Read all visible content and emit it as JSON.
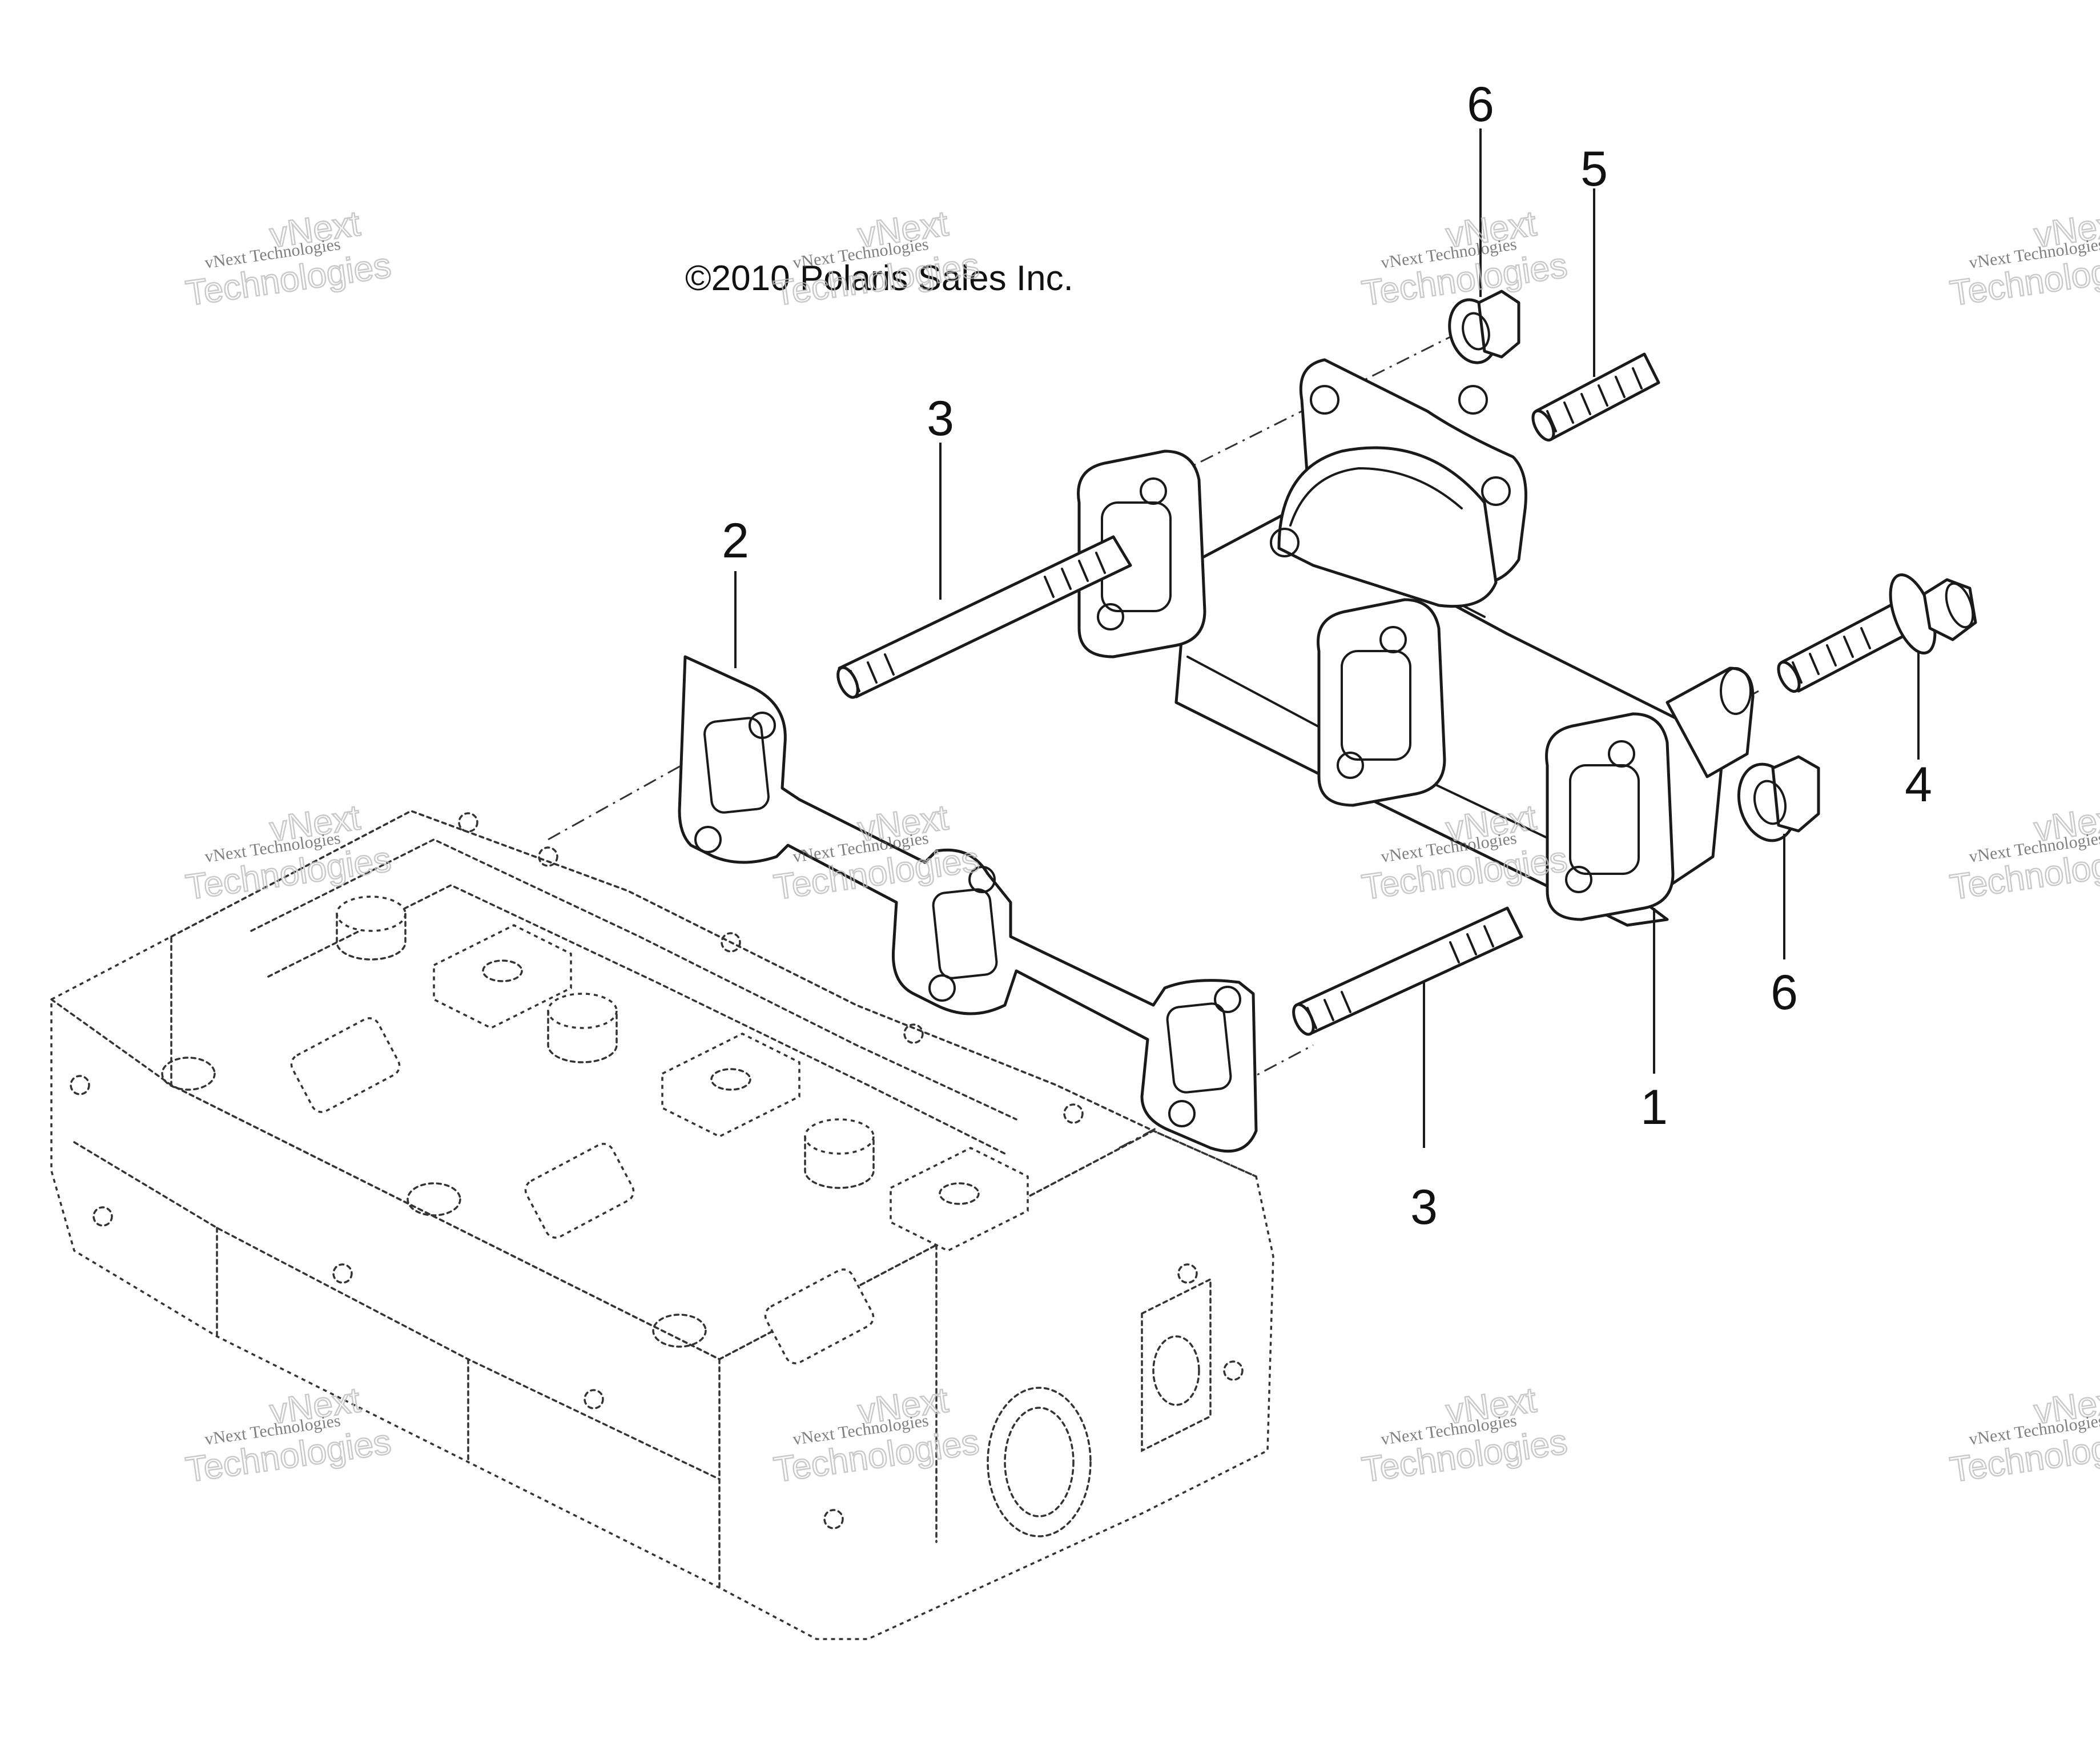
{
  "copyright": "©2010 Polaris Sales Inc.",
  "callouts": {
    "manifold": "1",
    "gasket": "2",
    "stud_upper": "3",
    "stud_lower": "3",
    "bolt": "4",
    "stud_short": "5",
    "nut_upper": "6",
    "nut_lower": "6"
  },
  "watermark": {
    "line1": "vNext Technologies",
    "line2": "vNext",
    "line3": "Technologies"
  }
}
